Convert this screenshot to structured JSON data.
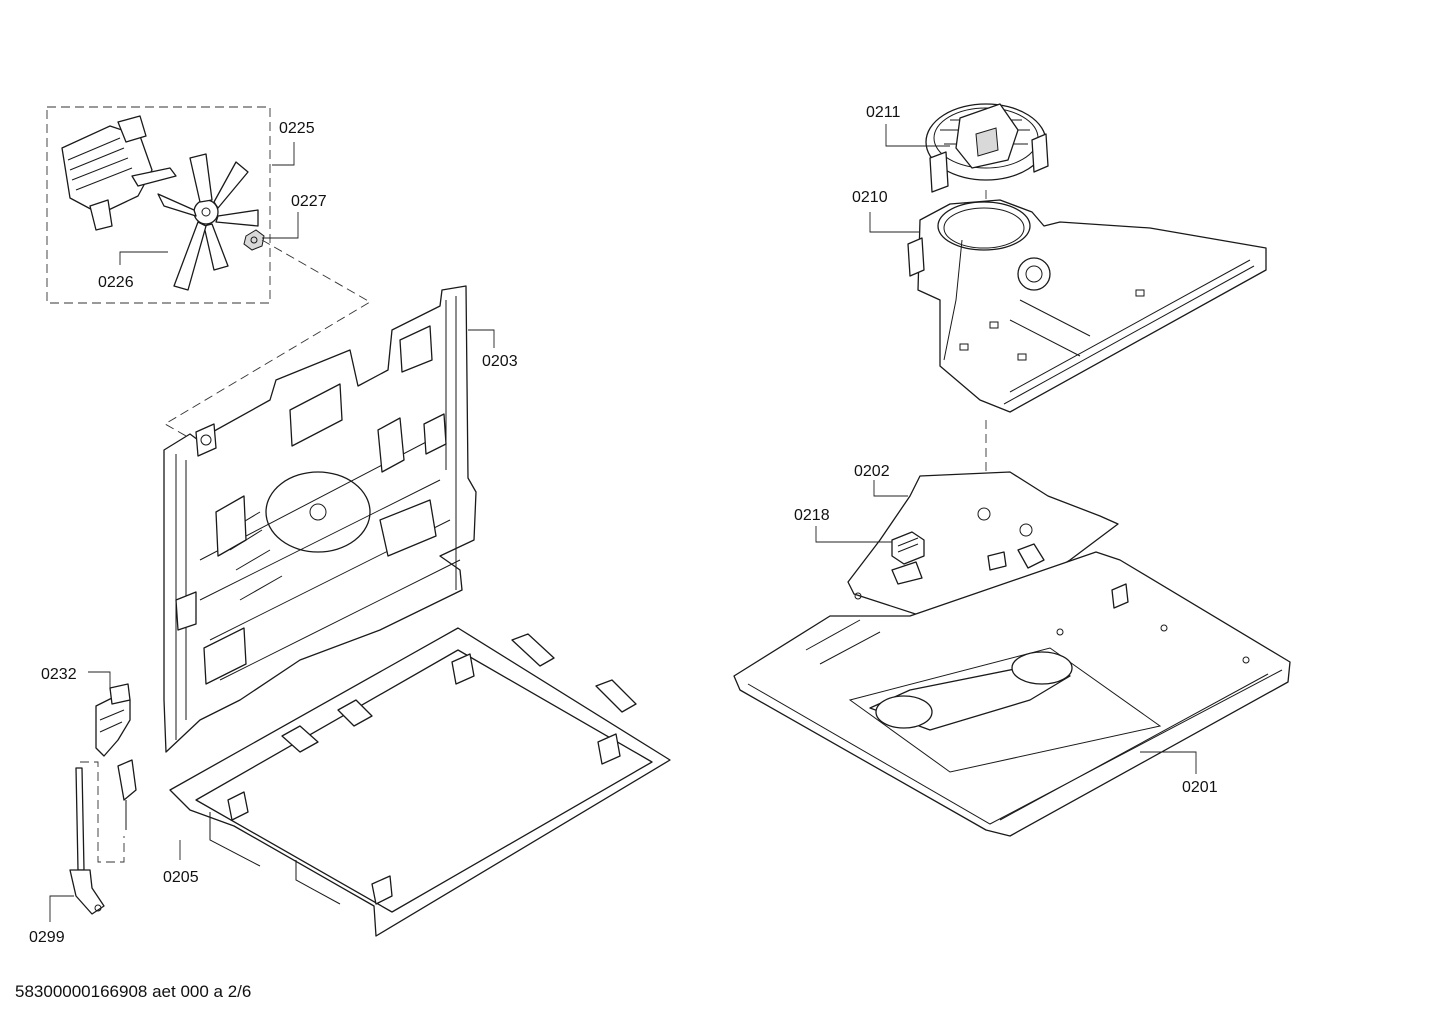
{
  "diagram": {
    "parts": [
      {
        "id": "p0225",
        "label": "0225"
      },
      {
        "id": "p0227",
        "label": "0227"
      },
      {
        "id": "p0226",
        "label": "0226"
      },
      {
        "id": "p0203",
        "label": "0203"
      },
      {
        "id": "p0232",
        "label": "0232"
      },
      {
        "id": "p0205",
        "label": "0205"
      },
      {
        "id": "p0299",
        "label": "0299"
      },
      {
        "id": "p0211",
        "label": "0211"
      },
      {
        "id": "p0210",
        "label": "0210"
      },
      {
        "id": "p0202",
        "label": "0202"
      },
      {
        "id": "p0218",
        "label": "0218"
      },
      {
        "id": "p0201",
        "label": "0201"
      }
    ],
    "footer": "58300000166908 aet 000 a 2/6"
  }
}
